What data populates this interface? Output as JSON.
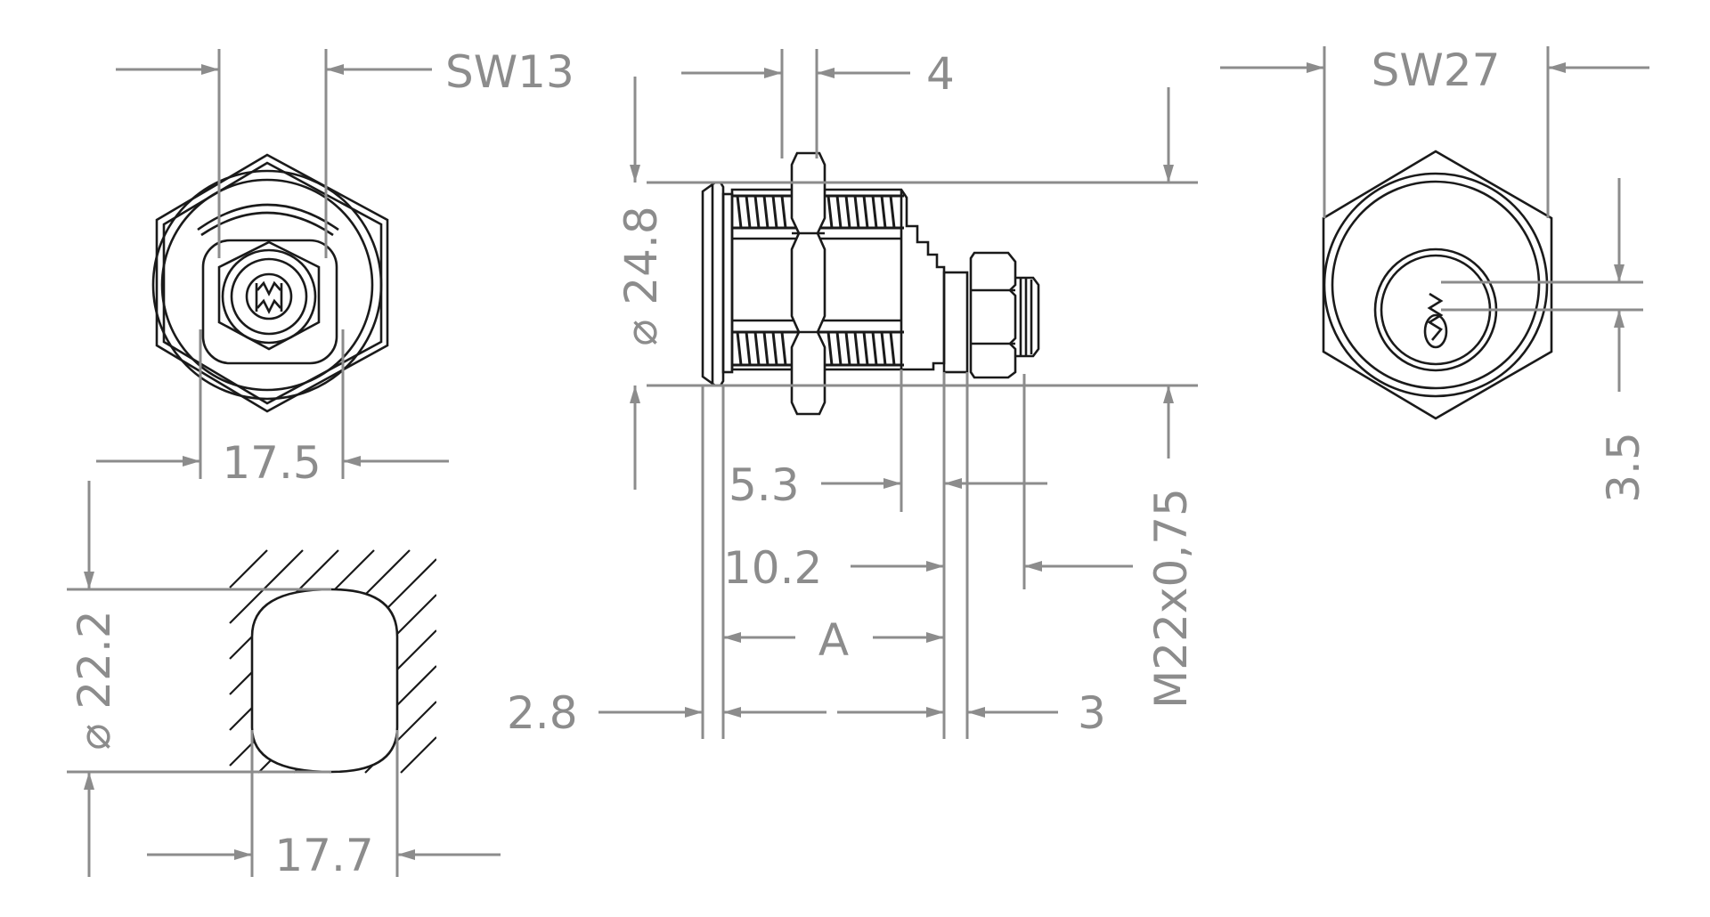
{
  "drawing": {
    "colors": {
      "dimension": "#8c8c8c",
      "part": "#1a1a1a",
      "background": "#ffffff"
    },
    "labels": {
      "sw13": "SW13",
      "sw27": "SW27",
      "d4": "4",
      "d17_5": "17.5",
      "d24_8": "⌀ 24.8",
      "d5_3": "5.3",
      "d10_2": "10.2",
      "dA": "A",
      "d2_8": "2.8",
      "d3": "3",
      "thread": "M22x0,75",
      "d3_5": "3.5",
      "d22_2": "⌀ 22.2",
      "d17_7": "17.7"
    }
  }
}
